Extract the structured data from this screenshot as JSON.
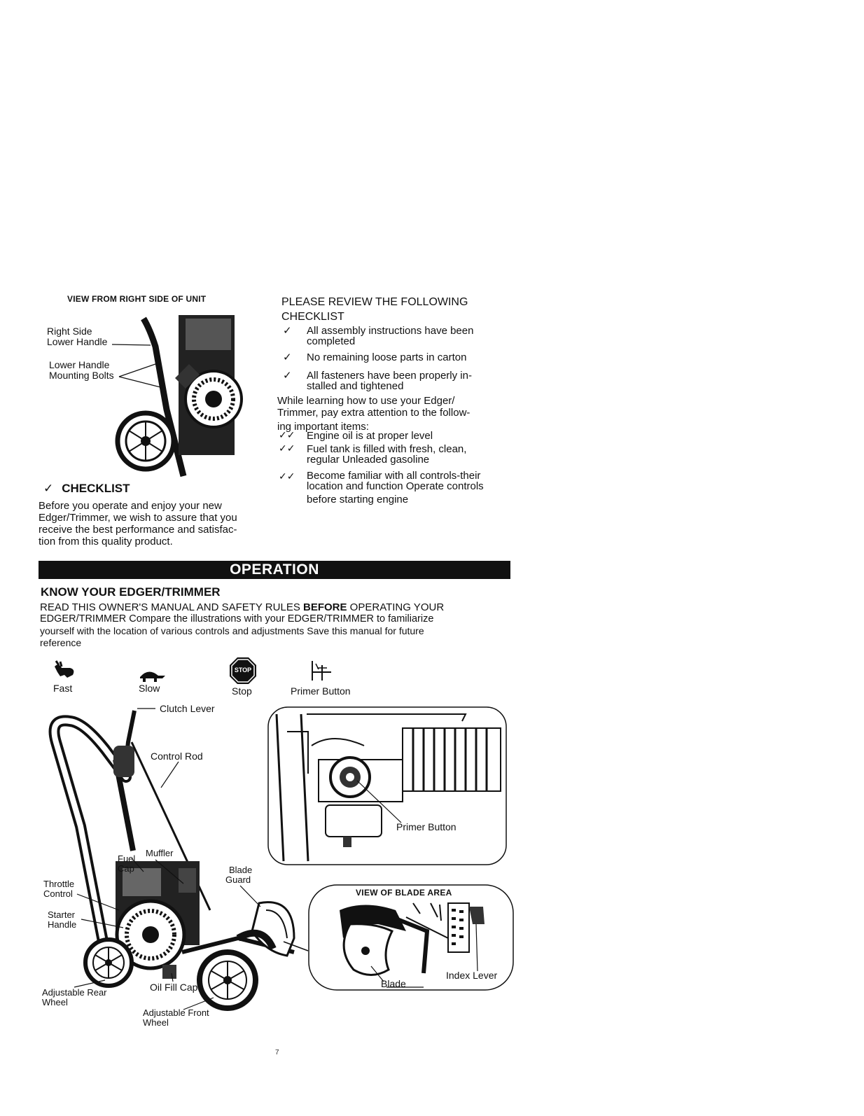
{
  "top_left": {
    "figure_title": "VIEW FROM RIGHT SIDE OF UNIT",
    "labels": {
      "right_side_lower_handle_1": "Right Side",
      "right_side_lower_handle_2": "Lower Handle",
      "mounting_bolts_1": "Lower Handle",
      "mounting_bolts_2": "Mounting Bolts"
    },
    "checklist_heading": "CHECKLIST",
    "checklist_mark": "✓",
    "intro_lines": [
      "Before you  operate and enjoy your new",
      "Edger/Trimmer, we wish to assure that you",
      "receive the best performance and satisfac-",
      "tion from this quality product."
    ]
  },
  "top_right": {
    "heading_lines": [
      "PLEASE REVIEW THE FOLLOWING",
      "CHECKLIST"
    ],
    "single_mark": "✓",
    "double_mark": "✓✓",
    "checks": [
      {
        "lines": [
          "All  assembly  instructions  have  been",
          "completed"
        ]
      },
      {
        "lines": [
          "No remaining loose parts in carton"
        ]
      },
      {
        "lines": [
          "All  fasteners  have  been  properly  in-",
          "stalled and tightened"
        ]
      }
    ],
    "learning_lines": [
      "While learning how to use your Edger/",
      "Trimmer, pay extra attention to the follow-",
      "ing important items:"
    ],
    "important": [
      {
        "lines": [
          "Engine oil is at proper level"
        ]
      },
      {
        "lines": [
          "Fuel  tank  is  filled  with  fresh,  clean,",
          "regular Unleaded gasoline"
        ]
      },
      {
        "lines": [
          "Become familiar with all controls-their",
          "location and function  Operate controls",
          "before starting engine"
        ]
      }
    ]
  },
  "operation": {
    "banner": "OPERATION",
    "heading": "KNOW YOUR EDGER/TRIMMER",
    "para_line1_pre": "READ THIS OWNER'S MANUAL AND SAFETY RULES ",
    "para_line1_bold": "BEFORE",
    "para_line1_post": " OPERATING YOUR",
    "para_lines": [
      "EDGER/TRIMMER  Compare the illustrations with your EDGER/TRIMMER to familiarize",
      "yourself with the location of various controls and adjustments  Save this manual for future",
      "reference"
    ]
  },
  "symbols": {
    "fast": "Fast",
    "slow": "Slow",
    "stop": "Stop",
    "stop_sign_text": "STOP",
    "primer": "Primer Button"
  },
  "main_diagram": {
    "clutch_lever": "Clutch Lever",
    "control_rod": "Control Rod",
    "fuel_cap_1": "Fuel",
    "fuel_cap_2": "Cap",
    "muffler": "Muffler",
    "blade_guard_1": "Blade",
    "blade_guard_2": "Guard",
    "throttle_1": "Throttle",
    "throttle_2": "Control",
    "starter_1": "Starter",
    "starter_2": "Handle",
    "rear_wheel_1": "Adjustable Rear",
    "rear_wheel_2": "Wheel",
    "oil_fill_cap": "Oil Fill Cap",
    "front_wheel_1": "Adjustable Front",
    "front_wheel_2": "Wheel"
  },
  "inset_primer": {
    "label": "Primer Button"
  },
  "inset_blade": {
    "title": "VIEW OF BLADE AREA",
    "blade": "Blade",
    "index_lever": "Index Lever"
  },
  "page_number": "7"
}
